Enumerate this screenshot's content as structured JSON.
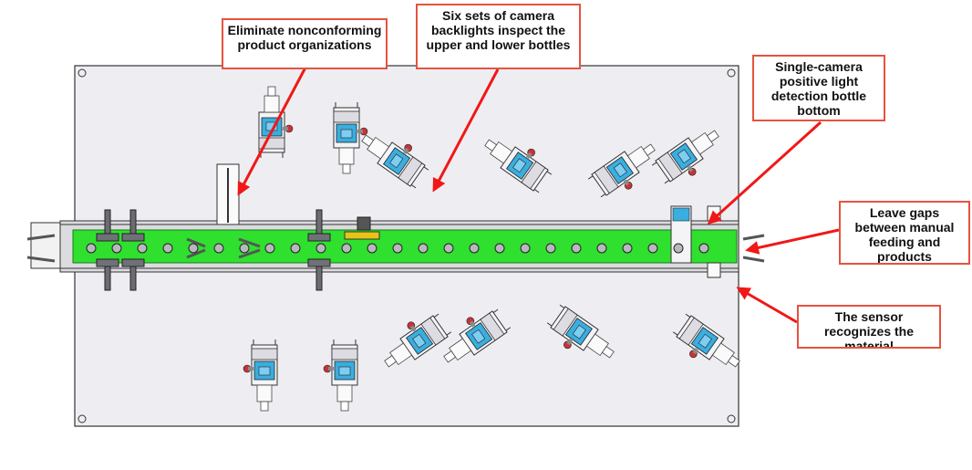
{
  "callouts": {
    "eliminate": "Eliminate nonconforming product organizations",
    "six_sets": "Six sets of camera backlights inspect the upper and lower bottles",
    "single_camera": "Single-camera positive light detection bottle bottom",
    "leave_gaps": "Leave gaps between manual feeding and products",
    "sensor": "The sensor recognizes the material"
  },
  "colors": {
    "callout_border": "#e5533f",
    "arrow": "#f01818",
    "conveyor": "#2fe02f",
    "camera_body": "#39aee0",
    "machine_plate": "#eeeef2",
    "knob": "#c8323a"
  }
}
